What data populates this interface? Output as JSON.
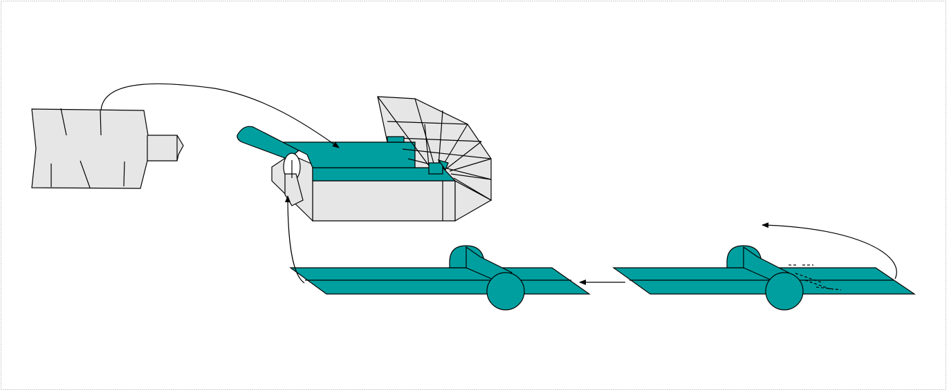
{
  "diagram": {
    "colors": {
      "background": "#ffffff",
      "frame": "#9a9a9a",
      "teal": "#009f9f",
      "gray_fill": "#e6e6e6",
      "stroke": "#000000"
    },
    "parts": [
      {
        "name": "cylinder-part"
      },
      {
        "name": "coiled-tube-assembly"
      },
      {
        "name": "flat-plate-with-roller"
      },
      {
        "name": "flat-plate-with-roller-dashed"
      }
    ],
    "arrows": [
      {
        "from": "cylinder-part",
        "to": "coiled-tube-assembly"
      },
      {
        "from": "flat-plate-with-roller",
        "to": "coiled-tube-assembly"
      },
      {
        "from": "flat-plate-with-roller-dashed",
        "to": "flat-plate-with-roller"
      },
      {
        "from": "flat-plate-with-roller-dashed",
        "to": "flat-plate-with-roller-dashed"
      }
    ]
  }
}
